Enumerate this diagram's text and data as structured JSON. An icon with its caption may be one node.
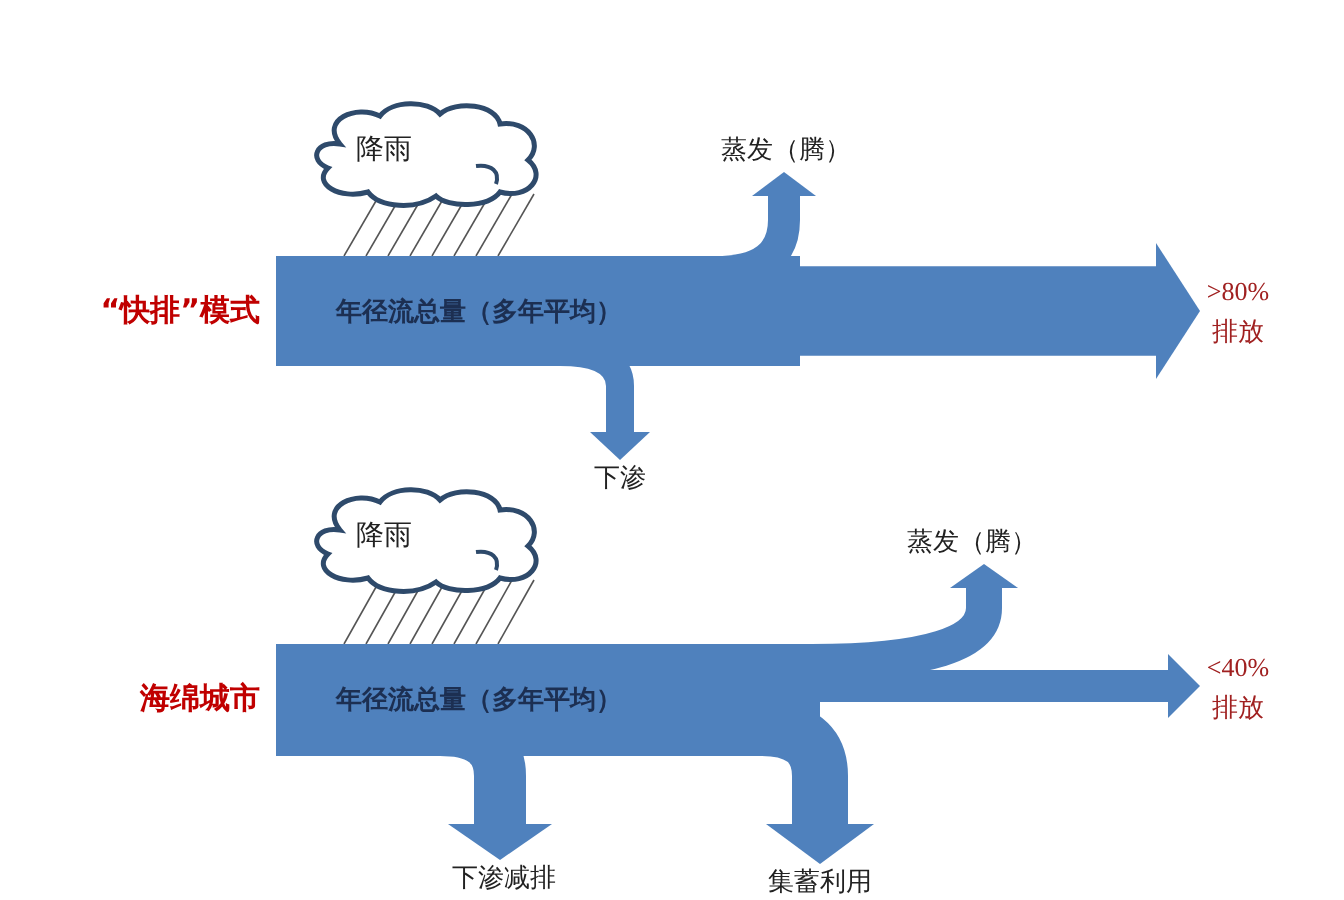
{
  "diagram": {
    "nodes": [
      {
        "text": [
          "降雨"
        ]
      },
      {
        "text": [
          "年径流总量（多年平均）"
        ],
        "beside": [
          "“快排”模式"
        ]
      },
      {
        "text": [
          "蒸发（腾）"
        ]
      },
      {
        "text": [
          ">80% 排放"
        ]
      },
      {
        "text": [
          "下渗"
        ]
      },
      {
        "text": [
          "降雨"
        ]
      },
      {
        "text": [
          "年径流总量（多年平均）"
        ],
        "beside": [
          "海绵城市"
        ]
      },
      {
        "text": [
          "蒸发（腾）"
        ]
      },
      {
        "text": [
          "<40% 排放"
        ]
      },
      {
        "text": [
          "下渗减排"
        ]
      },
      {
        "text": [
          "集蓄利用"
        ]
      }
    ],
    "edges": [
      {
        "from": 1,
        "to": 2,
        "arrow": "to"
      },
      {
        "from": 1,
        "to": 3,
        "arrow": "to",
        "style": "thick"
      },
      {
        "from": 1,
        "to": 4,
        "arrow": "to"
      },
      {
        "from": 6,
        "to": 7,
        "arrow": "to"
      },
      {
        "from": 6,
        "to": 8,
        "arrow": "to"
      },
      {
        "from": 6,
        "to": 9,
        "arrow": "to"
      },
      {
        "from": 6,
        "to": 10,
        "arrow": "to"
      }
    ]
  }
}
